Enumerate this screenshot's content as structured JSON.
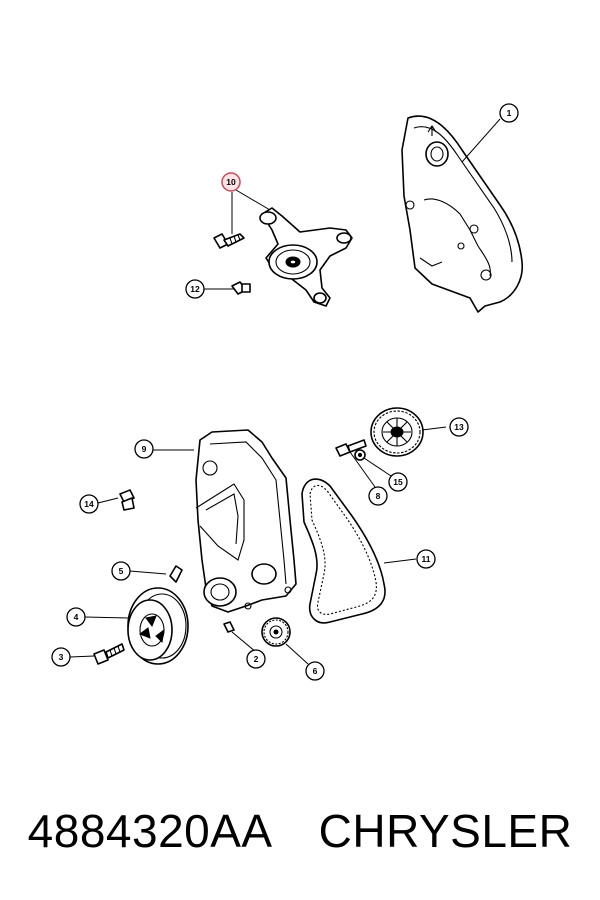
{
  "callouts": [
    {
      "id": "1",
      "label": "1",
      "highlighted": false
    },
    {
      "id": "2",
      "label": "2",
      "highlighted": false
    },
    {
      "id": "3",
      "label": "3",
      "highlighted": false
    },
    {
      "id": "4",
      "label": "4",
      "highlighted": false
    },
    {
      "id": "5",
      "label": "5",
      "highlighted": false
    },
    {
      "id": "6",
      "label": "6",
      "highlighted": false
    },
    {
      "id": "8",
      "label": "8",
      "highlighted": false
    },
    {
      "id": "9",
      "label": "9",
      "highlighted": false
    },
    {
      "id": "10",
      "label": "10",
      "highlighted": true
    },
    {
      "id": "11",
      "label": "11",
      "highlighted": false
    },
    {
      "id": "12",
      "label": "12",
      "highlighted": false
    },
    {
      "id": "13",
      "label": "13",
      "highlighted": false
    },
    {
      "id": "14",
      "label": "14",
      "highlighted": false
    },
    {
      "id": "15",
      "label": "15",
      "highlighted": false
    }
  ],
  "caption": {
    "part_number": "4884320AA",
    "brand": "CHRYSLER"
  },
  "colors": {
    "highlight_fill": "#fbe3e6",
    "highlight_stroke": "#c94a5a",
    "line": "#000000"
  }
}
